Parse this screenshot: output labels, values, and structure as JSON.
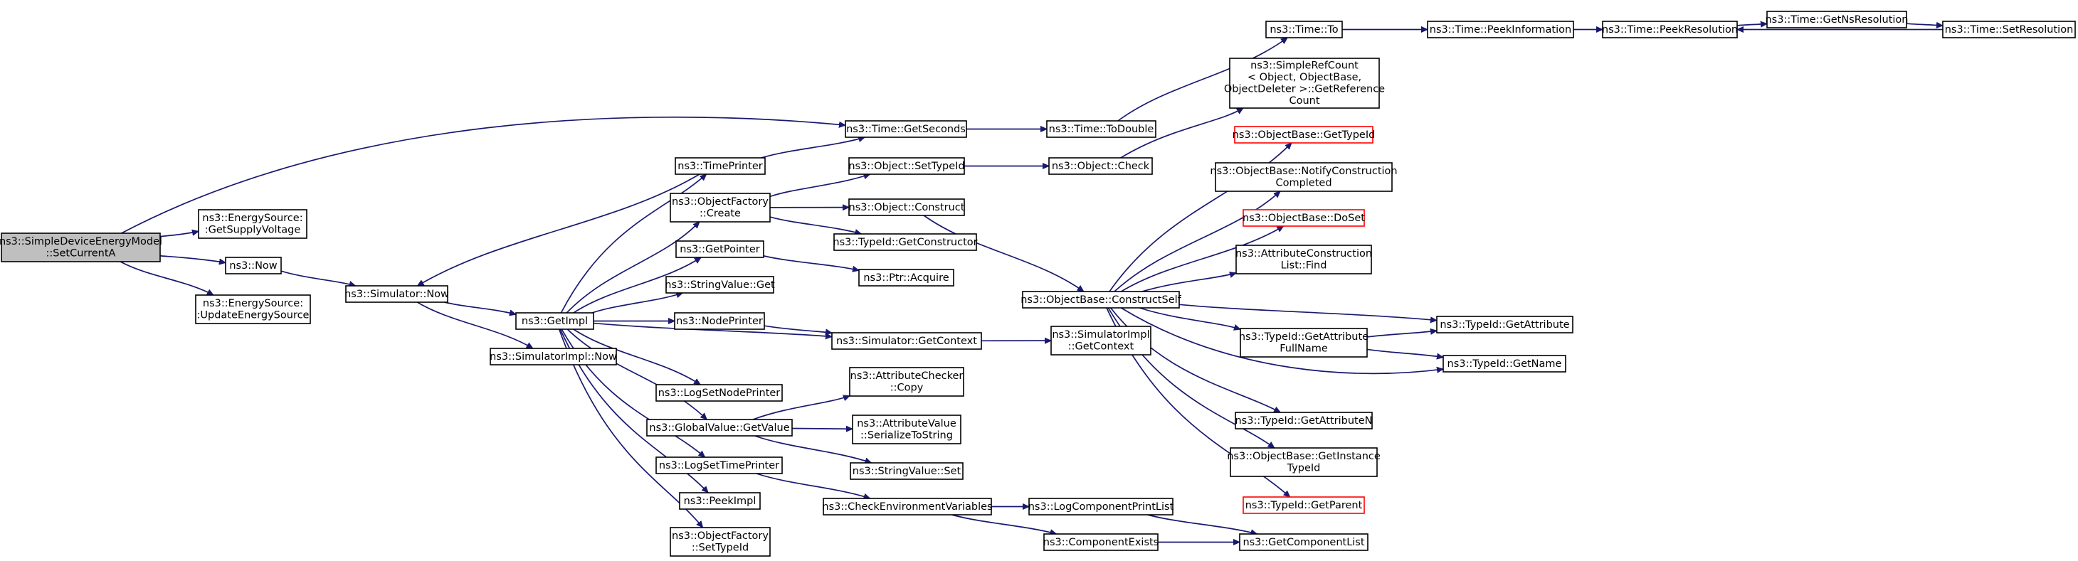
{
  "graph": {
    "colors": {
      "edge": "#191970",
      "node_border": "#000000",
      "root_fill": "#bfbfbf",
      "external_border": "#ff0000"
    },
    "nodes": [
      {
        "id": "n_root",
        "lines": [
          "ns3::SimpleDeviceEnergyModel",
          "::SetCurrentA"
        ],
        "style": "root"
      },
      {
        "id": "n_getsupply",
        "lines": [
          "ns3::EnergySource:",
          ":GetSupplyVoltage"
        ]
      },
      {
        "id": "n_now",
        "lines": [
          "ns3::Now"
        ]
      },
      {
        "id": "n_updateenergy",
        "lines": [
          "ns3::EnergySource:",
          ":UpdateEnergySource"
        ]
      },
      {
        "id": "n_simnow",
        "lines": [
          "ns3::Simulator::Now"
        ]
      },
      {
        "id": "n_getimpl",
        "lines": [
          "ns3::GetImpl"
        ]
      },
      {
        "id": "n_simimplnow",
        "lines": [
          "ns3::SimulatorImpl::Now"
        ]
      },
      {
        "id": "n_timeprinter",
        "lines": [
          "ns3::TimePrinter"
        ]
      },
      {
        "id": "n_objfactcreate",
        "lines": [
          "ns3::ObjectFactory",
          "::Create"
        ]
      },
      {
        "id": "n_getpointer",
        "lines": [
          "ns3::GetPointer"
        ]
      },
      {
        "id": "n_strvalget",
        "lines": [
          "ns3::StringValue::Get"
        ]
      },
      {
        "id": "n_nodeprinter",
        "lines": [
          "ns3::NodePrinter"
        ]
      },
      {
        "id": "n_lognodeprinter",
        "lines": [
          "ns3::LogSetNodePrinter"
        ]
      },
      {
        "id": "n_globalget",
        "lines": [
          "ns3::GlobalValue::GetValue"
        ]
      },
      {
        "id": "n_logtimeprinter",
        "lines": [
          "ns3::LogSetTimePrinter"
        ]
      },
      {
        "id": "n_peekimpl",
        "lines": [
          "ns3::PeekImpl"
        ]
      },
      {
        "id": "n_objfactsettype",
        "lines": [
          "ns3::ObjectFactory",
          "::SetTypeId"
        ]
      },
      {
        "id": "n_getseconds",
        "lines": [
          "ns3::Time::GetSeconds"
        ]
      },
      {
        "id": "n_objsettype",
        "lines": [
          "ns3::Object::SetTypeId"
        ]
      },
      {
        "id": "n_objconstruct",
        "lines": [
          "ns3::Object::Construct"
        ]
      },
      {
        "id": "n_getconstructor",
        "lines": [
          "ns3::TypeId::GetConstructor"
        ]
      },
      {
        "id": "n_ptracquire",
        "lines": [
          "ns3::Ptr::Acquire"
        ]
      },
      {
        "id": "n_simgetcontext",
        "lines": [
          "ns3::Simulator::GetContext"
        ]
      },
      {
        "id": "n_attrcheckcopy",
        "lines": [
          "ns3::AttributeChecker",
          "::Copy"
        ]
      },
      {
        "id": "n_attrvalserialize",
        "lines": [
          "ns3::AttributeValue",
          "::SerializeToString"
        ]
      },
      {
        "id": "n_strvalset",
        "lines": [
          "ns3::StringValue::Set"
        ]
      },
      {
        "id": "n_checkenv",
        "lines": [
          "ns3::CheckEnvironmentVariables"
        ]
      },
      {
        "id": "n_todouble",
        "lines": [
          "ns3::Time::ToDouble"
        ]
      },
      {
        "id": "n_objcheck",
        "lines": [
          "ns3::Object::Check"
        ]
      },
      {
        "id": "n_constructself",
        "lines": [
          "ns3::ObjectBase::ConstructSelf"
        ]
      },
      {
        "id": "n_simimplgetcontext",
        "lines": [
          "ns3::SimulatorImpl",
          "::GetContext"
        ]
      },
      {
        "id": "n_logcompprint",
        "lines": [
          "ns3::LogComponentPrintList"
        ]
      },
      {
        "id": "n_compexists",
        "lines": [
          "ns3::ComponentExists"
        ]
      },
      {
        "id": "n_timeto",
        "lines": [
          "ns3::Time::To"
        ]
      },
      {
        "id": "n_simplerefcount",
        "lines": [
          "ns3::SimpleRefCount",
          "< Object, ObjectBase,",
          "ObjectDeleter >::GetReference",
          "Count"
        ]
      },
      {
        "id": "n_obgettypeid",
        "lines": [
          "ns3::ObjectBase::GetTypeId"
        ],
        "style": "red"
      },
      {
        "id": "n_obnotify",
        "lines": [
          "ns3::ObjectBase::NotifyConstruction",
          "Completed"
        ]
      },
      {
        "id": "n_obdoset",
        "lines": [
          "ns3::ObjectBase::DoSet"
        ],
        "style": "red"
      },
      {
        "id": "n_attrconstructfind",
        "lines": [
          "ns3::AttributeConstruction",
          "List::Find"
        ]
      },
      {
        "id": "n_tidgetattrfull",
        "lines": [
          "ns3::TypeId::GetAttribute",
          "FullName"
        ]
      },
      {
        "id": "n_tidgetattrn",
        "lines": [
          "ns3::TypeId::GetAttributeN"
        ]
      },
      {
        "id": "n_obgetinstance",
        "lines": [
          "ns3::ObjectBase::GetInstance",
          "TypeId"
        ]
      },
      {
        "id": "n_tidgetparent",
        "lines": [
          "ns3::TypeId::GetParent"
        ],
        "style": "red"
      },
      {
        "id": "n_getcomplist",
        "lines": [
          "ns3::GetComponentList"
        ]
      },
      {
        "id": "n_peekinfo",
        "lines": [
          "ns3::Time::PeekInformation"
        ]
      },
      {
        "id": "n_peekres",
        "lines": [
          "ns3::Time::PeekResolution"
        ]
      },
      {
        "id": "n_getnsres",
        "lines": [
          "ns3::Time::GetNsResolution"
        ]
      },
      {
        "id": "n_setres",
        "lines": [
          "ns3::Time::SetResolution"
        ]
      },
      {
        "id": "n_tidgetattr",
        "lines": [
          "ns3::TypeId::GetAttribute"
        ]
      },
      {
        "id": "n_tidgetname",
        "lines": [
          "ns3::TypeId::GetName"
        ]
      }
    ],
    "edges": [
      [
        "n_root",
        "n_getseconds"
      ],
      [
        "n_root",
        "n_getsupply"
      ],
      [
        "n_root",
        "n_now"
      ],
      [
        "n_root",
        "n_updateenergy"
      ],
      [
        "n_now",
        "n_simnow"
      ],
      [
        "n_simnow",
        "n_getimpl"
      ],
      [
        "n_simnow",
        "n_simimplnow"
      ],
      [
        "n_getimpl",
        "n_timeprinter"
      ],
      [
        "n_getimpl",
        "n_objfactcreate"
      ],
      [
        "n_getimpl",
        "n_getpointer"
      ],
      [
        "n_getimpl",
        "n_strvalget"
      ],
      [
        "n_getimpl",
        "n_nodeprinter"
      ],
      [
        "n_getimpl",
        "n_simgetcontext"
      ],
      [
        "n_getimpl",
        "n_lognodeprinter"
      ],
      [
        "n_getimpl",
        "n_globalget"
      ],
      [
        "n_getimpl",
        "n_logtimeprinter"
      ],
      [
        "n_getimpl",
        "n_peekimpl"
      ],
      [
        "n_getimpl",
        "n_objfactsettype"
      ],
      [
        "n_timeprinter",
        "n_simnow"
      ],
      [
        "n_timeprinter",
        "n_getseconds"
      ],
      [
        "n_objfactcreate",
        "n_objsettype"
      ],
      [
        "n_objfactcreate",
        "n_objconstruct"
      ],
      [
        "n_objfactcreate",
        "n_getconstructor"
      ],
      [
        "n_getpointer",
        "n_ptracquire"
      ],
      [
        "n_nodeprinter",
        "n_simgetcontext"
      ],
      [
        "n_globalget",
        "n_attrcheckcopy"
      ],
      [
        "n_globalget",
        "n_attrvalserialize"
      ],
      [
        "n_globalget",
        "n_strvalset"
      ],
      [
        "n_logtimeprinter",
        "n_checkenv"
      ],
      [
        "n_getseconds",
        "n_todouble"
      ],
      [
        "n_objsettype",
        "n_objcheck"
      ],
      [
        "n_objconstruct",
        "n_constructself"
      ],
      [
        "n_simgetcontext",
        "n_simimplgetcontext"
      ],
      [
        "n_checkenv",
        "n_logcompprint"
      ],
      [
        "n_checkenv",
        "n_compexists"
      ],
      [
        "n_todouble",
        "n_timeto"
      ],
      [
        "n_objcheck",
        "n_simplerefcount"
      ],
      [
        "n_constructself",
        "n_obgettypeid"
      ],
      [
        "n_constructself",
        "n_obnotify"
      ],
      [
        "n_constructself",
        "n_obdoset"
      ],
      [
        "n_constructself",
        "n_attrconstructfind"
      ],
      [
        "n_constructself",
        "n_tidgetattr"
      ],
      [
        "n_constructself",
        "n_tidgetattrfull"
      ],
      [
        "n_constructself",
        "n_tidgetname"
      ],
      [
        "n_constructself",
        "n_tidgetattrn"
      ],
      [
        "n_constructself",
        "n_obgetinstance"
      ],
      [
        "n_constructself",
        "n_tidgetparent"
      ],
      [
        "n_logcompprint",
        "n_getcomplist"
      ],
      [
        "n_compexists",
        "n_getcomplist"
      ],
      [
        "n_timeto",
        "n_peekinfo"
      ],
      [
        "n_peekinfo",
        "n_peekres"
      ],
      [
        "n_peekres",
        "n_getnsres"
      ],
      [
        "n_getnsres",
        "n_setres"
      ],
      [
        "n_setres",
        "n_peekres"
      ],
      [
        "n_tidgetattrfull",
        "n_tidgetattr"
      ],
      [
        "n_tidgetattrfull",
        "n_tidgetname"
      ]
    ]
  }
}
